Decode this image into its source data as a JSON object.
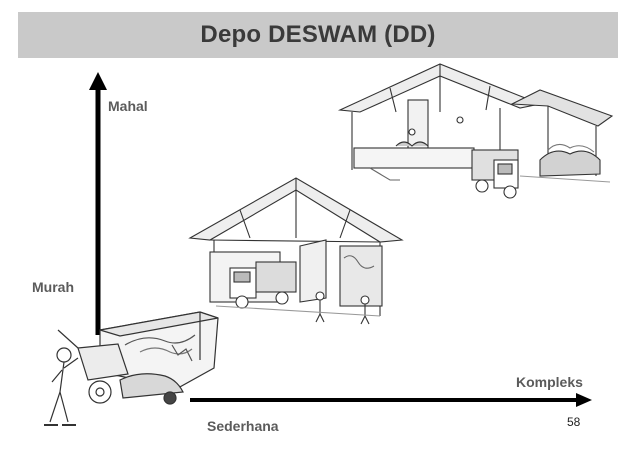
{
  "title": "Depo DESWAM (DD)",
  "axis": {
    "y_top": "Mahal",
    "y_bottom": "Murah",
    "x_right": "Kompleks",
    "x_left": "Sederhana"
  },
  "page_number": "58",
  "colors": {
    "title_bar": "#c9c9c9",
    "title_text": "#3a3a3a",
    "label": "#5b5b5b",
    "ink": "#000000"
  },
  "illustrations": [
    "simple-bin-with-cart-icon",
    "medium-depot-with-truck-icon",
    "large-depot-with-trucks-icon"
  ]
}
